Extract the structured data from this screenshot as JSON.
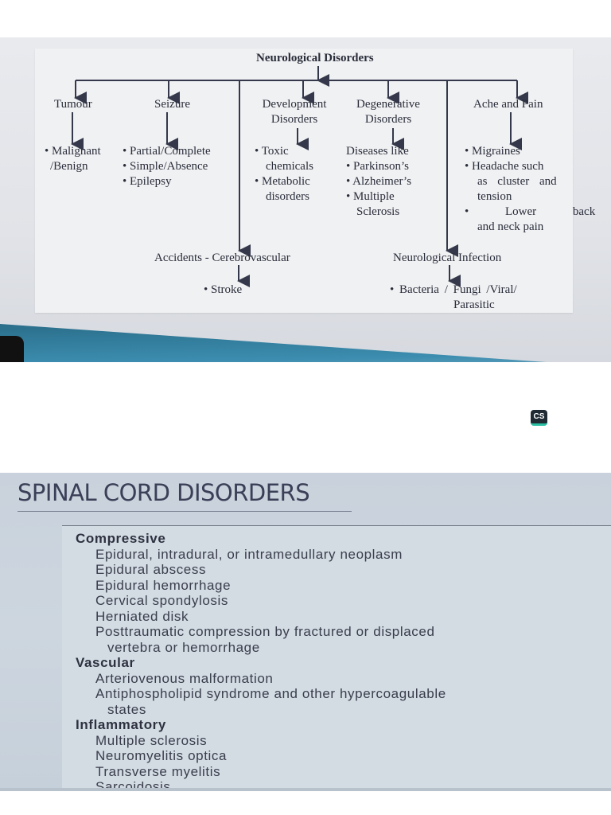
{
  "flowchart": {
    "root": "Neurological Disorders",
    "tumour": {
      "title": "Tumour",
      "items": [
        "• Malignant",
        "/Benign"
      ]
    },
    "seizure": {
      "title": "Seizure",
      "items": [
        "• Partial/Complete",
        "• Simple/Absence",
        "• Epilepsy"
      ]
    },
    "development": {
      "title": [
        "Development",
        "Disorders"
      ],
      "items": [
        "• Toxic",
        "chemicals",
        "• Metabolic",
        "disorders"
      ]
    },
    "degenerative": {
      "title": [
        "Degenerative",
        "Disorders"
      ],
      "items": [
        "Diseases like",
        "• Parkinson’s",
        "• Alzheimer’s",
        "• Multiple",
        "Sclerosis"
      ]
    },
    "ache": {
      "title": "Ache and Pain",
      "items": [
        "• Migraines",
        "• Headache such",
        "as cluster and",
        "tension",
        "• Lower back",
        "and neck pain"
      ]
    },
    "accidents": {
      "title": "Accidents - Cerebrovascular",
      "items": [
        "• Stroke"
      ]
    },
    "infection": {
      "title": "Neurological Infection",
      "items": [
        "• Bacteria / Fungi /Viral/",
        "Parasitic"
      ]
    }
  },
  "badge": {
    "label": "CS",
    "accent": "#2bbfa4"
  },
  "spinal": {
    "heading": "SPINAL CORD DISORDERS",
    "sections": [
      {
        "category": "Compressive",
        "items": [
          "Epidural, intradural, or intramedullary neoplasm",
          "Epidural abscess",
          "Epidural hemorrhage",
          "Cervical spondylosis",
          "Herniated disk",
          "Posttraumatic compression by fractured or displaced",
          "vertebra or hemorrhage"
        ]
      },
      {
        "category": "Vascular",
        "items": [
          "Arteriovenous malformation",
          "Antiphospholipid syndrome and other hypercoagulable",
          "states"
        ]
      },
      {
        "category": "Inflammatory",
        "items": [
          "Multiple sclerosis",
          "Neuromyelitis optica",
          "Transverse myelitis",
          "Sarcoidosis"
        ]
      }
    ]
  }
}
